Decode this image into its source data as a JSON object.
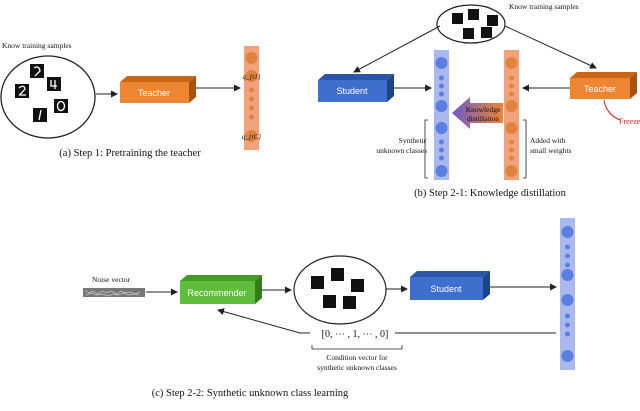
{
  "colors": {
    "teacher": "#ee8533",
    "student": "#3e6fcf",
    "recommender": "#5ebd3a",
    "teacher_vec": "#f2a27a",
    "student_vec": "#a9b9ef",
    "freeze_red": "#cc2222"
  },
  "panel_a": {
    "samples_label": "Know training samples",
    "box_label": "Teacher",
    "vec_top": "q_{t1}",
    "vec_bottom": "q_{tC}",
    "caption": "(a) Step 1: Pretraining the teacher"
  },
  "panel_b": {
    "samples_label": "Know training samples",
    "student_label": "Student",
    "teacher_label": "Teacher",
    "freeze_label": "Freeze",
    "kd_label_1": "Knowledge",
    "kd_label_2": "distillation",
    "synthetic_label_1": "Synthetic",
    "synthetic_label_2": "unknown classes",
    "added_label_1": "Added with",
    "added_label_2": "small weights",
    "caption": "(b) Step 2-1: Knowledge distillation"
  },
  "panel_c": {
    "noise_label": "Noise vector",
    "recommender_label": "Recommender",
    "student_label": "Student",
    "cond_vector": "[0, ⋯ , 1, ⋯ , 0]",
    "cond_label_1": "Condition vector for",
    "cond_label_2": "synthetic unknown classes",
    "caption": "(c) Step 2-2: Synthetic unknown class learning"
  }
}
